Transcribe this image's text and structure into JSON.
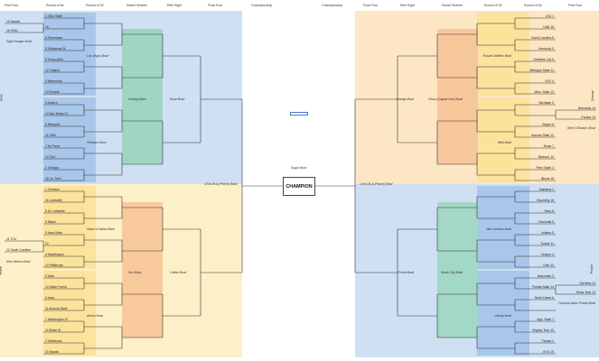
{
  "headers": {
    "left": [
      "First Four",
      "Round of 64",
      "Round of 32",
      "Sweet Sixteen",
      "Elite Eight",
      "Final Four",
      "Championship"
    ],
    "right": [
      "Championship",
      "Final Four",
      "Elite Eight",
      "Sweet Sixteen",
      "Round of 32",
      "Round of 64",
      "First Four"
    ]
  },
  "regions": {
    "top_left": "Blue",
    "bottom_left": "Yellow",
    "top_right": "Orange",
    "bottom_right": "Purple"
  },
  "colors": {
    "blue_region": "#cfe0f3",
    "blue_r32": "#a9c7ea",
    "blue_s16": "#9fd4c5",
    "yellow_region": "#fdf0c8",
    "yellow_r32": "#fbe39c",
    "yellow_s16": "#f8c99a",
    "orange_region": "#fde6c4",
    "orange_s16": "#f7c79c",
    "purple_region": "#cfe0f3",
    "purple_s16": "#a3d7c8",
    "line": "#333333"
  },
  "first_four": {
    "top_left": {
      "teams": [
        "16 Hawaii",
        "16 OWU"
      ],
      "bowl": "Fight Hunger Bowl"
    },
    "bottom_left": {
      "teams": [
        "11 TCU",
        "11 South Carolina"
      ],
      "bowl": "New Mexico Bowl"
    },
    "top_right": {
      "teams": [
        "Nebraska 14",
        "Purdue 14"
      ],
      "bowl": "Beef O'Brady's Bowl"
    },
    "bottom_right": {
      "teams": [
        "Old Miss 12",
        "Texas Tech 12"
      ],
      "bowl": "Famous Idaho Potato Bowl"
    }
  },
  "r64": {
    "top_left": [
      "1 Ohio State",
      "16",
      "8 Tennessee",
      "9 Oklahoma St",
      "5 Texas A&M",
      "12 Virginia",
      "4 Minnesota",
      "13 Temple",
      "3 Auburn",
      "14 San Diego St",
      "6 Memphis",
      "11 SMU",
      "7 Air Force",
      "10 FAU",
      "2 Georgia",
      "15 La. Tech"
    ],
    "bottom_left": [
      "1 Clemson",
      "16 Louisville",
      "8 UL Lafayette",
      "9 Miami",
      "5 Iowa State",
      "12",
      "4 Washington",
      "13 Pittsburgh",
      "3 Utah",
      "14 Wake Forest",
      "6 Iowa",
      "11 Arizona State",
      "7 Washington St",
      "10 Boise St",
      "2 Oklahoma",
      "15 Hawaii"
    ],
    "top_right": [
      "LSU 1",
      "UAB 16",
      "North Carolina 8",
      "Kentucky 9",
      "Southern Cal 5",
      "Michigan State 11",
      "UCF 4",
      "Miss. State 13",
      "Michigan 3",
      "",
      "Baylor 6",
      "Kansas State 12",
      "Texas 7",
      "Missouri 10",
      "Penn State 2",
      "Illinois 15"
    ],
    "bottom_right": [
      "Alabama 1",
      "Wyoming 16",
      "Navy 8",
      "Cincinnati 9",
      "Indiana 5",
      "Tulane 11",
      "Oregon 4",
      "Ohio 13",
      "Wisconsin 3",
      "Florida State 14",
      "Notre Dame 6",
      "",
      "App. State 7",
      "Virginia Tech 10",
      "Florida 2",
      "BYU 15"
    ]
  },
  "bowls": {
    "top_left": {
      "r32": [
        "Las Vegas Bowl",
        "Pinstripe Bowl"
      ],
      "s16": "Holiday Bowl",
      "e8": "Rose Bowl"
    },
    "bottom_left": {
      "r32": [
        "Heart of Dallas Bowl",
        "Alamo Bowl"
      ],
      "s16": "Sun Bowl",
      "e8": "Cotton Bowl"
    },
    "top_right": {
      "r32": [
        "Russell Athletic Bowl",
        "Belk Bowl"
      ],
      "s16": "Citrus (Capital One) Bowl",
      "e8": "Orange Bowl"
    },
    "bottom_right": {
      "r32": [
        "New Orleans Bowl",
        "Liberty Bowl"
      ],
      "s16": "Music City Bowl",
      "e8": "Fiesta Bowl"
    },
    "left_final": "Chick-fil-A (Peach) Bowl",
    "right_final": "Chick-fil-A (Peach) Bowl",
    "title_game": "Sugar Bowl"
  },
  "champion_label": "CHAMPION"
}
